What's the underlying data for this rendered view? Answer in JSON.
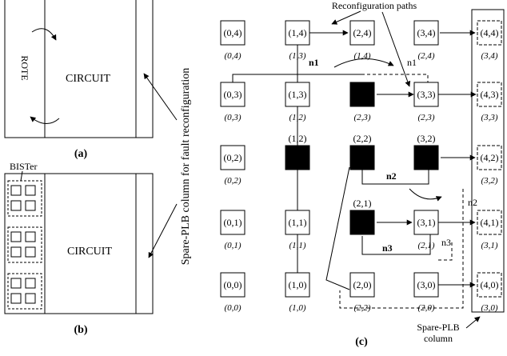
{
  "panel_a": {
    "rote_label": "ROTE",
    "circuit_label": "CIRCUIT",
    "caption": "(a)"
  },
  "panel_b": {
    "bister_label": "BISTer",
    "circuit_label": "CIRCUIT",
    "caption": "(b)"
  },
  "vertical_label": "Spare-PLB column for fault reconfiguration",
  "panel_c": {
    "caption": "(c)",
    "reconfig_label": "Reconfiguration paths",
    "spare_label_line1": "Spare-PLB",
    "spare_label_line2": "column",
    "nets": [
      {
        "name": "n1",
        "bold": true
      },
      {
        "name": "n1",
        "bold": false
      },
      {
        "name": "n2",
        "bold": true
      },
      {
        "name": "n2",
        "bold": false
      },
      {
        "name": "n3",
        "bold": true
      },
      {
        "name": "n3",
        "bold": false
      }
    ],
    "cells": [
      {
        "label": "(0,4)",
        "sub": "(0,4)",
        "style": "normal"
      },
      {
        "label": "(1,4)",
        "sub": "(1,3)",
        "style": "normal"
      },
      {
        "label": "(2,4)",
        "sub": "(1,4)",
        "style": "normal"
      },
      {
        "label": "(3,4)",
        "sub": "(2,4)",
        "style": "normal"
      },
      {
        "label": "(4,4)",
        "sub": "(3,4)",
        "style": "spare"
      },
      {
        "label": "(0,3)",
        "sub": "(0,3)",
        "style": "normal"
      },
      {
        "label": "(1,3)",
        "sub": "(1,2)",
        "style": "normal"
      },
      {
        "label": "",
        "sub": "(2,3)",
        "style": "faulty"
      },
      {
        "label": "(3,3)",
        "sub": "(2,3)",
        "style": "normal"
      },
      {
        "label": "(4,3)",
        "sub": "(3,3)",
        "style": "spare"
      },
      {
        "label": "(0,2)",
        "sub": "(0,2)",
        "style": "normal"
      },
      {
        "label": "(1,2)",
        "sub": "",
        "style": "faulty"
      },
      {
        "label": "(2,2)",
        "sub": "",
        "style": "faulty"
      },
      {
        "label": "(3,2)",
        "sub": "",
        "style": "faulty"
      },
      {
        "label": "(4,2)",
        "sub": "(3,2)",
        "style": "spare"
      },
      {
        "label": "(0,1)",
        "sub": "(0,1)",
        "style": "normal"
      },
      {
        "label": "(1,1)",
        "sub": "(1,1)",
        "style": "normal"
      },
      {
        "label": "(2,1)",
        "sub": "",
        "style": "faulty"
      },
      {
        "label": "(3,1)",
        "sub": "(2,1)",
        "style": "normal"
      },
      {
        "label": "(4,1)",
        "sub": "(3,1)",
        "style": "spare"
      },
      {
        "label": "(0,0)",
        "sub": "(0,0)",
        "style": "normal"
      },
      {
        "label": "(1,0)",
        "sub": "(1,0)",
        "style": "normal"
      },
      {
        "label": "(2,0)",
        "sub": "(2,2)",
        "style": "normal"
      },
      {
        "label": "(3,0)",
        "sub": "(2,0)",
        "style": "normal"
      },
      {
        "label": "(4,0)",
        "sub": "(3,0)",
        "style": "spare"
      }
    ]
  }
}
